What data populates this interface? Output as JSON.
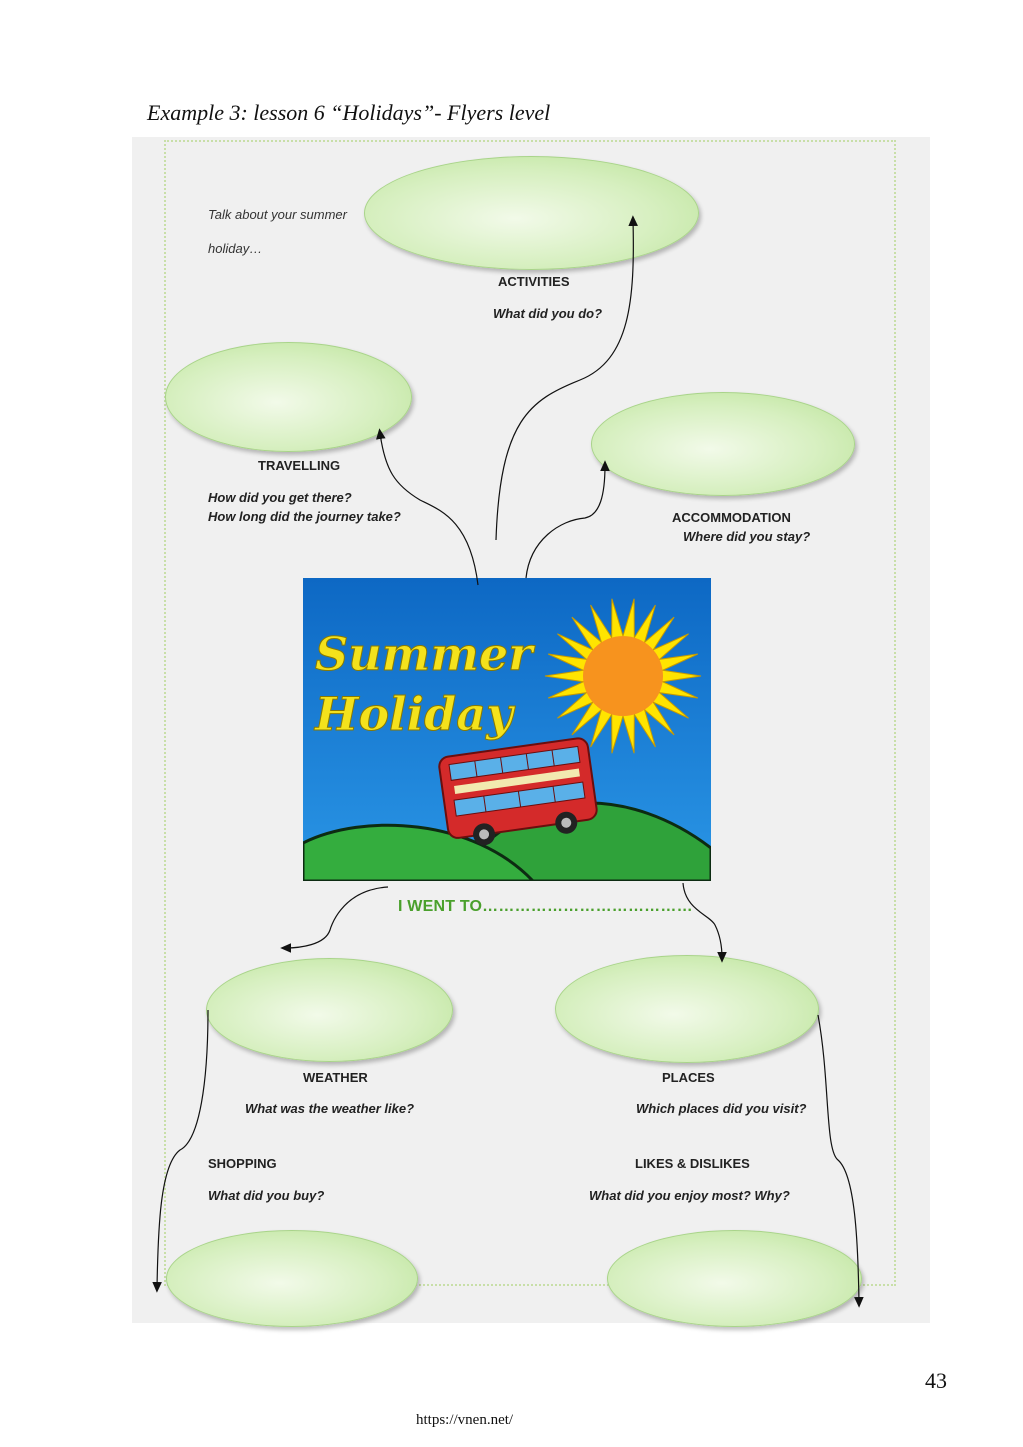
{
  "heading": "Example 3: lesson 6 “Holidays”- Flyers level",
  "intro": {
    "line1": "Talk about your summer",
    "line2": "holiday…"
  },
  "activities": {
    "label": "ACTIVITIES",
    "question": "What did you do?"
  },
  "travelling": {
    "label": "TRAVELLING",
    "question1": "How did you get there?",
    "question2": "How long did the journey take?"
  },
  "accommodation": {
    "label": "ACCOMMODATION",
    "question": "Where did you stay?"
  },
  "center_text": "I WENT TO…………………………………",
  "weather": {
    "label": "WEATHER",
    "question": "What was the weather like?"
  },
  "places": {
    "label": "PLACES",
    "question": "Which places did you visit?"
  },
  "shopping": {
    "label": "SHOPPING",
    "question": "What did you buy?"
  },
  "likes": {
    "label": "LIKES & DISLIKES",
    "question": "What did you enjoy most? Why?"
  },
  "picture": {
    "line1": "Summer",
    "line2": "Holiday"
  },
  "page_number": "43",
  "footer_url": "https://vnen.net/",
  "colors": {
    "sky": "#1f7fd0",
    "title": "#f4e21c",
    "sun": "#f7931e",
    "rays": "#ffe400",
    "hill": "#2fa23a",
    "bus": "#d42a2a",
    "went_text": "#4aa02c"
  }
}
